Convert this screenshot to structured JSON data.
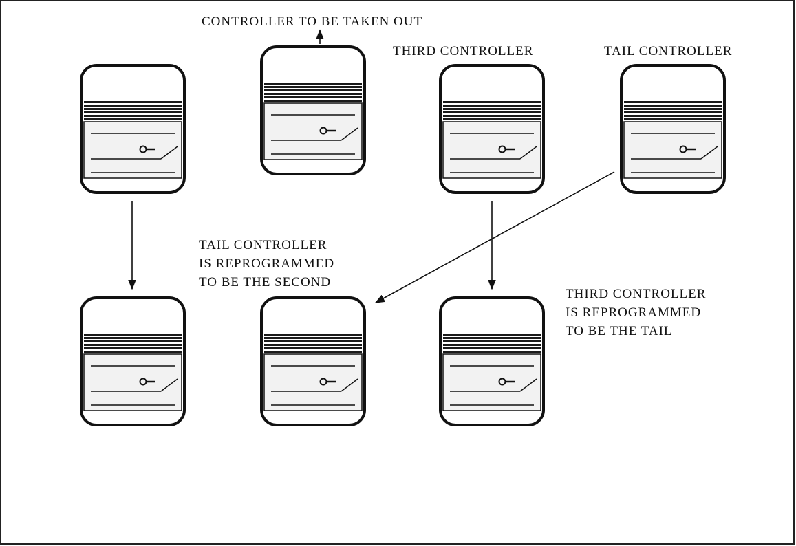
{
  "labels": {
    "removed": "CONTROLLER TO BE TAKEN OUT",
    "third": "THIRD CONTROLLER",
    "tail": "TAIL CONTROLLER",
    "tail_note": [
      "TAIL CONTROLLER",
      "IS REPROGRAMMED",
      "TO BE THE SECOND"
    ],
    "third_note": [
      "THIRD CONTROLLER",
      "IS REPROGRAMMED",
      "TO BE THE TAIL"
    ]
  },
  "controllers": [
    {
      "id": "top-first",
      "role": "first"
    },
    {
      "id": "top-second",
      "role": "controller to be taken out"
    },
    {
      "id": "top-third",
      "role": "third"
    },
    {
      "id": "top-tail",
      "role": "tail"
    },
    {
      "id": "bottom-first",
      "role": "first"
    },
    {
      "id": "bottom-second",
      "role": "second (former tail)"
    },
    {
      "id": "bottom-tail",
      "role": "tail (former third)"
    }
  ],
  "colors": {
    "ink": "#111111",
    "background": "#ffffff"
  }
}
